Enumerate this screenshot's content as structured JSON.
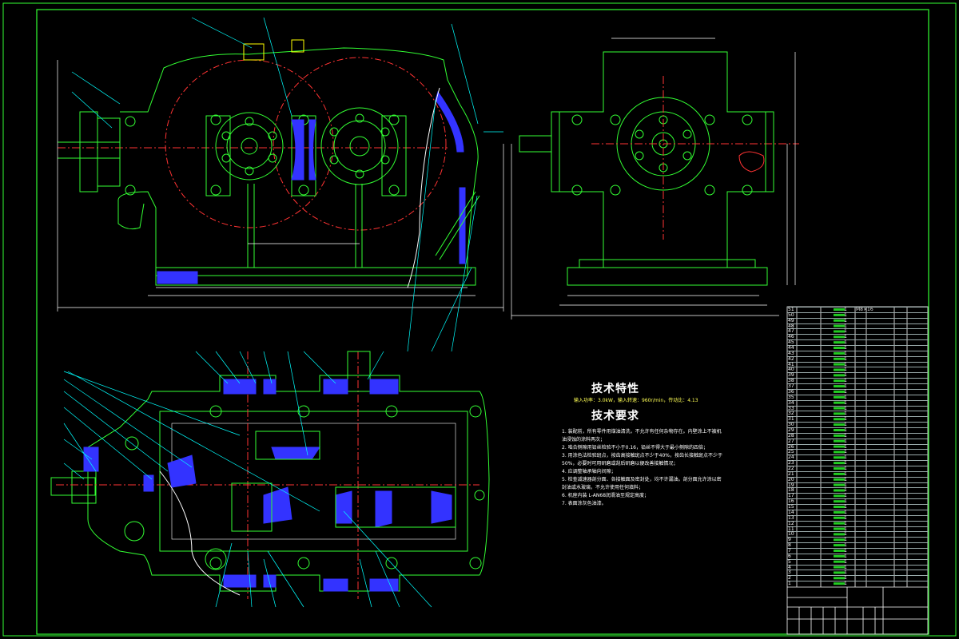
{
  "drawing": {
    "tech_characteristics_title": "技术特性",
    "tech_characteristics_text": "输入功率：3.0kW，输入转速：960r/min，传动比：4.13",
    "tech_requirements_title": "技术要求",
    "tech_requirements": [
      "1. 装配前，所有零件用煤油清洗，不允许有任何杂物存在。内壁涂上不被机",
      "   油浸蚀的涂料两次；",
      "2. 啮合侧隙用铅丝检验不小于0.16，铅丝不得大于最小侧隙的四倍；",
      "3. 用涂色法检验斑点，按齿高接触斑点不少于40%，按齿长接触斑点不少于",
      "   50%，必要时可用研磨或刮后研磨以便改善接触情况；",
      "4. 应调整轴承轴向间隙；",
      "5. 检查减速器剖分面、各接触面及密封处，均不许漏油。剖分面允许涂以密",
      "   封油或水玻璃，不允许使用任何填料；",
      "6. 机座内装 L-AN68润滑油至规定高度；",
      "7. 表面涂灰色油漆。"
    ],
    "colors": {
      "outline": "#33ff33",
      "centerline": "#ff3333",
      "section": "#3333ff",
      "dimension": "#ffffff",
      "leader": "#00ffff",
      "accent": "#ffff00"
    }
  },
  "bom": {
    "rows": [
      {
        "no": "51",
        "name": "",
        "qty": "1",
        "material": "M8×16",
        "note": ""
      },
      {
        "no": "50",
        "name": "",
        "qty": "1",
        "material": "",
        "note": ""
      },
      {
        "no": "49",
        "name": "",
        "qty": "1",
        "material": "",
        "note": ""
      },
      {
        "no": "48",
        "name": "",
        "qty": "1",
        "material": "",
        "note": ""
      },
      {
        "no": "47",
        "name": "",
        "qty": "1",
        "material": "",
        "note": ""
      },
      {
        "no": "46",
        "name": "",
        "qty": "1",
        "material": "",
        "note": ""
      },
      {
        "no": "45",
        "name": "",
        "qty": "1",
        "material": "",
        "note": ""
      },
      {
        "no": "44",
        "name": "",
        "qty": "1",
        "material": "",
        "note": ""
      },
      {
        "no": "43",
        "name": "",
        "qty": "1",
        "material": "",
        "note": ""
      },
      {
        "no": "42",
        "name": "",
        "qty": "1",
        "material": "",
        "note": ""
      },
      {
        "no": "41",
        "name": "",
        "qty": "1",
        "material": "",
        "note": ""
      },
      {
        "no": "40",
        "name": "",
        "qty": "1",
        "material": "",
        "note": ""
      },
      {
        "no": "39",
        "name": "",
        "qty": "1",
        "material": "",
        "note": ""
      },
      {
        "no": "38",
        "name": "",
        "qty": "1",
        "material": "",
        "note": ""
      },
      {
        "no": "37",
        "name": "",
        "qty": "1",
        "material": "",
        "note": ""
      },
      {
        "no": "36",
        "name": "",
        "qty": "1",
        "material": "",
        "note": ""
      },
      {
        "no": "35",
        "name": "",
        "qty": "1",
        "material": "",
        "note": ""
      },
      {
        "no": "34",
        "name": "",
        "qty": "1",
        "material": "",
        "note": ""
      },
      {
        "no": "33",
        "name": "",
        "qty": "1",
        "material": "",
        "note": ""
      },
      {
        "no": "32",
        "name": "",
        "qty": "1",
        "material": "",
        "note": ""
      },
      {
        "no": "31",
        "name": "",
        "qty": "1",
        "material": "",
        "note": ""
      },
      {
        "no": "30",
        "name": "",
        "qty": "1",
        "material": "",
        "note": ""
      },
      {
        "no": "29",
        "name": "",
        "qty": "1",
        "material": "",
        "note": ""
      },
      {
        "no": "28",
        "name": "",
        "qty": "1",
        "material": "",
        "note": ""
      },
      {
        "no": "27",
        "name": "",
        "qty": "1",
        "material": "",
        "note": ""
      },
      {
        "no": "26",
        "name": "",
        "qty": "1",
        "material": "",
        "note": ""
      },
      {
        "no": "25",
        "name": "",
        "qty": "1",
        "material": "",
        "note": ""
      },
      {
        "no": "24",
        "name": "",
        "qty": "1",
        "material": "",
        "note": ""
      },
      {
        "no": "23",
        "name": "",
        "qty": "1",
        "material": "",
        "note": ""
      },
      {
        "no": "22",
        "name": "",
        "qty": "1",
        "material": "",
        "note": ""
      },
      {
        "no": "21",
        "name": "",
        "qty": "1",
        "material": "",
        "note": ""
      },
      {
        "no": "20",
        "name": "",
        "qty": "1",
        "material": "",
        "note": ""
      },
      {
        "no": "19",
        "name": "",
        "qty": "1",
        "material": "",
        "note": ""
      },
      {
        "no": "18",
        "name": "",
        "qty": "1",
        "material": "",
        "note": ""
      },
      {
        "no": "17",
        "name": "",
        "qty": "1",
        "material": "",
        "note": ""
      },
      {
        "no": "16",
        "name": "",
        "qty": "1",
        "material": "",
        "note": ""
      },
      {
        "no": "15",
        "name": "",
        "qty": "1",
        "material": "",
        "note": ""
      },
      {
        "no": "14",
        "name": "",
        "qty": "1",
        "material": "",
        "note": ""
      },
      {
        "no": "13",
        "name": "",
        "qty": "1",
        "material": "",
        "note": ""
      },
      {
        "no": "12",
        "name": "",
        "qty": "1",
        "material": "",
        "note": ""
      },
      {
        "no": "11",
        "name": "",
        "qty": "1",
        "material": "",
        "note": ""
      },
      {
        "no": "10",
        "name": "",
        "qty": "1",
        "material": "",
        "note": ""
      },
      {
        "no": "9",
        "name": "",
        "qty": "1",
        "material": "",
        "note": ""
      },
      {
        "no": "8",
        "name": "",
        "qty": "1",
        "material": "",
        "note": ""
      },
      {
        "no": "7",
        "name": "",
        "qty": "1",
        "material": "",
        "note": ""
      },
      {
        "no": "6",
        "name": "",
        "qty": "1",
        "material": "",
        "note": ""
      },
      {
        "no": "5",
        "name": "",
        "qty": "1",
        "material": "",
        "note": ""
      },
      {
        "no": "4",
        "name": "",
        "qty": "1",
        "material": "",
        "note": ""
      },
      {
        "no": "3",
        "name": "",
        "qty": "1",
        "material": "",
        "note": ""
      },
      {
        "no": "2",
        "name": "",
        "qty": "1",
        "material": "",
        "note": ""
      },
      {
        "no": "1",
        "name": "",
        "qty": "1",
        "material": "",
        "note": ""
      }
    ]
  }
}
